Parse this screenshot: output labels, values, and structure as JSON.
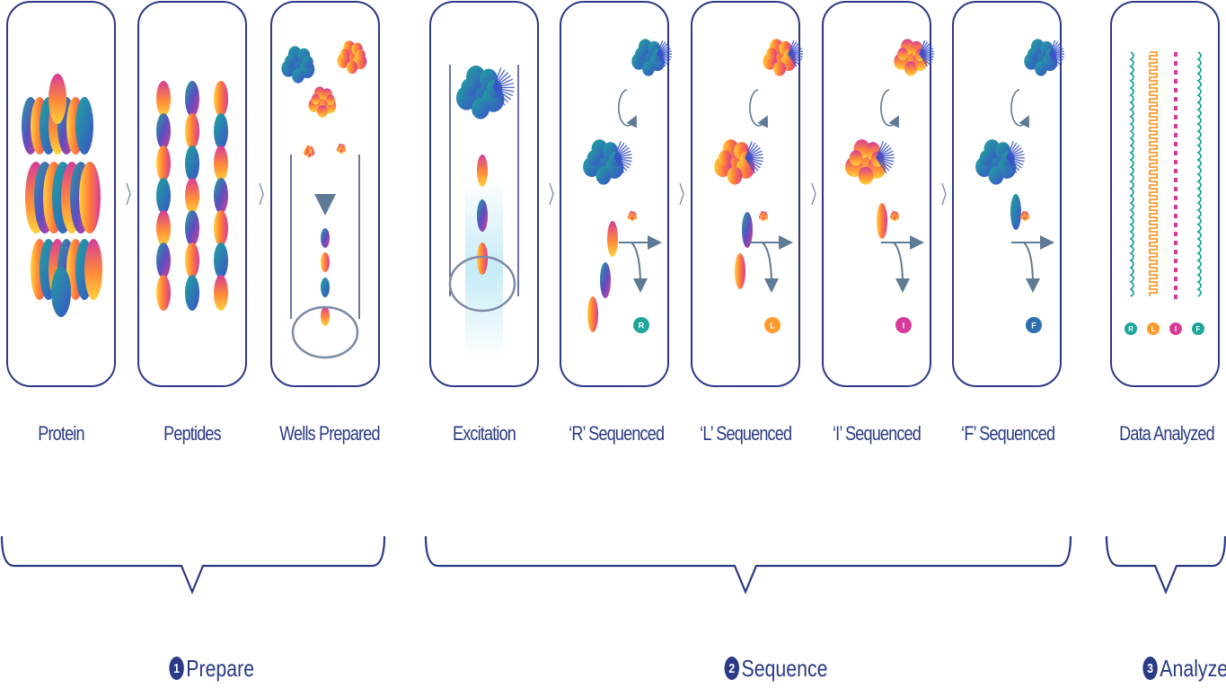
{
  "panels": [
    {
      "label": "Protein"
    },
    {
      "label": "Peptides"
    },
    {
      "label": "Wells Prepared"
    },
    {
      "label": "Excitation"
    },
    {
      "label": "‘R’ Sequenced",
      "letter": "R"
    },
    {
      "label": "‘L’ Sequenced",
      "letter": "L"
    },
    {
      "label": "‘I’ Sequenced",
      "letter": "I"
    },
    {
      "label": "‘F’ Sequenced",
      "letter": "F"
    },
    {
      "label": "Data Analyzed"
    }
  ],
  "stages": [
    {
      "number": "1",
      "label": "Prepare"
    },
    {
      "number": "2",
      "label": "Sequence"
    },
    {
      "number": "3",
      "label": "Analyze"
    }
  ],
  "data_letters": [
    "R",
    "L",
    "I",
    "F"
  ],
  "colors": {
    "outline": "#2a3a86",
    "magenta": "#d63b9a",
    "orange": "#ff9a2e",
    "yellow": "#ffd23a",
    "teal": "#1fa59b",
    "blue": "#3a62c9",
    "arrow": "#5f7a94",
    "glow": "#bfe9f6"
  }
}
